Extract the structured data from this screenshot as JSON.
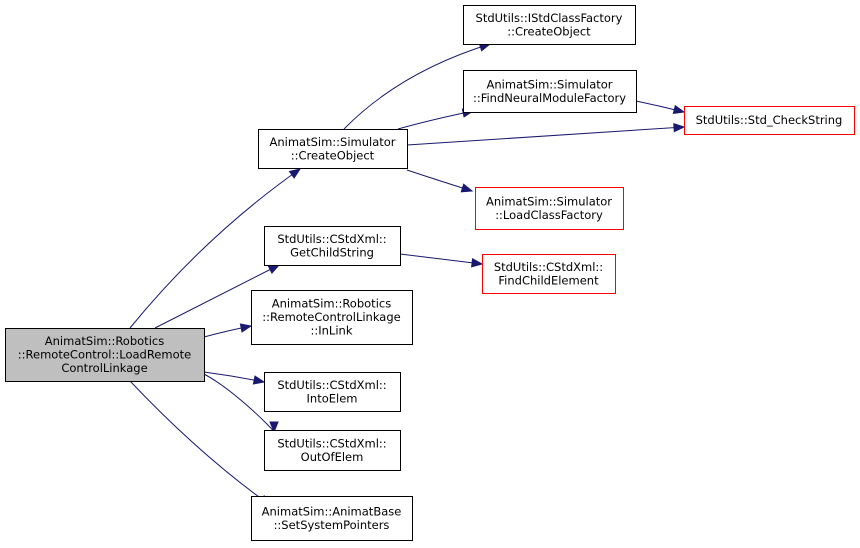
{
  "colors": {
    "edge": "#191970",
    "node_fill": "#ffffff",
    "node_border": "#000000",
    "truncated_border": "#ff0000",
    "focus_fill": "#bfbfbf",
    "focus_border": "#000000"
  },
  "nodes": {
    "root": {
      "lines": [
        "AnimatSim::Robotics",
        "::RemoteControl::LoadRemote",
        "ControlLinkage"
      ],
      "style": "focus"
    },
    "simulator_createobject": {
      "lines": [
        "AnimatSim::Simulator",
        "::CreateObject"
      ],
      "style": "normal"
    },
    "istdclassfactory_createobject": {
      "lines": [
        "StdUtils::IStdClassFactory",
        "::CreateObject"
      ],
      "style": "normal"
    },
    "findneuralmodulefactory": {
      "lines": [
        "AnimatSim::Simulator",
        "::FindNeuralModuleFactory"
      ],
      "style": "normal"
    },
    "std_checkstring": {
      "lines": [
        "StdUtils::Std_CheckString"
      ],
      "style": "truncated"
    },
    "loadclassfactory": {
      "lines": [
        "AnimatSim::Simulator",
        "::LoadClassFactory"
      ],
      "style": "truncated"
    },
    "getchildstring": {
      "lines": [
        "StdUtils::CStdXml::",
        "GetChildString"
      ],
      "style": "normal"
    },
    "findchildelement": {
      "lines": [
        "StdUtils::CStdXml::",
        "FindChildElement"
      ],
      "style": "truncated"
    },
    "inlink": {
      "lines": [
        "AnimatSim::Robotics",
        "::RemoteControlLinkage",
        "::InLink"
      ],
      "style": "normal"
    },
    "intoelem": {
      "lines": [
        "StdUtils::CStdXml::",
        "IntoElem"
      ],
      "style": "normal"
    },
    "outofelem": {
      "lines": [
        "StdUtils::CStdXml::",
        "OutOfElem"
      ],
      "style": "normal"
    },
    "setsystempointers": {
      "lines": [
        "AnimatSim::AnimatBase",
        "::SetSystemPointers"
      ],
      "style": "normal"
    }
  },
  "edges": [
    {
      "from": "root",
      "to": "simulator_createobject"
    },
    {
      "from": "root",
      "to": "getchildstring"
    },
    {
      "from": "root",
      "to": "inlink"
    },
    {
      "from": "root",
      "to": "intoelem"
    },
    {
      "from": "root",
      "to": "outofelem"
    },
    {
      "from": "root",
      "to": "setsystempointers"
    },
    {
      "from": "simulator_createobject",
      "to": "istdclassfactory_createobject"
    },
    {
      "from": "simulator_createobject",
      "to": "findneuralmodulefactory"
    },
    {
      "from": "simulator_createobject",
      "to": "std_checkstring"
    },
    {
      "from": "simulator_createobject",
      "to": "loadclassfactory"
    },
    {
      "from": "findneuralmodulefactory",
      "to": "std_checkstring"
    },
    {
      "from": "getchildstring",
      "to": "findchildelement"
    }
  ]
}
